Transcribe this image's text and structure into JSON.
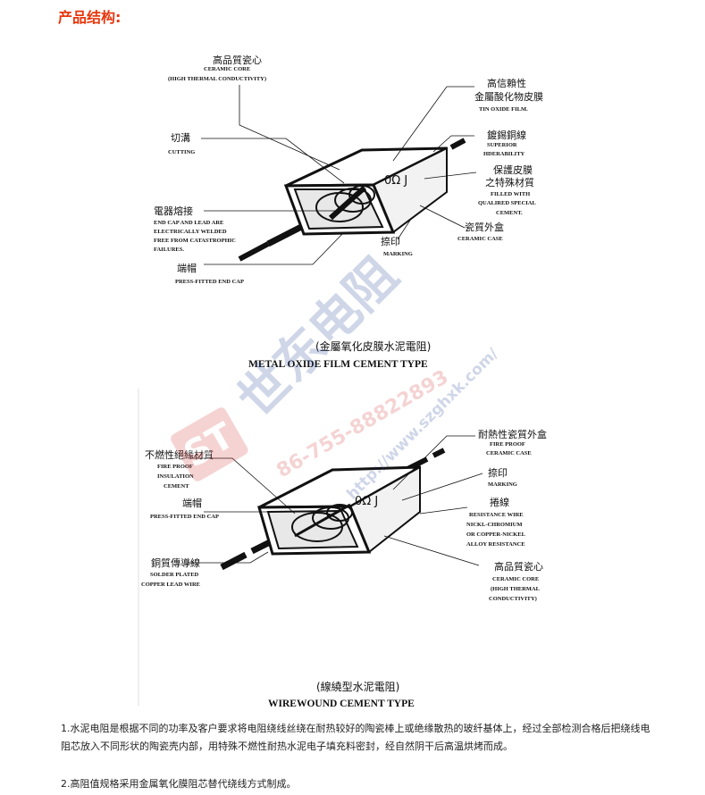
{
  "heading": "产品结构:",
  "figure1": {
    "labels": [
      {
        "zh": "高品質瓷心",
        "en": [
          "CERAMIC CORE",
          "(HIGH THERMAL CONDUCTIVITY)"
        ]
      },
      {
        "zh": "高信賴性",
        "en": []
      },
      {
        "zh": "金屬酸化物皮膜",
        "en": [
          "TIN OXIDE FILM."
        ]
      },
      {
        "zh": "切溝",
        "en": [
          "CUTTING"
        ]
      },
      {
        "zh": "鍍錫銅線",
        "en": [
          "SUPERIOR",
          "HDERABILITY"
        ]
      },
      {
        "zh": "保護皮膜",
        "en": []
      },
      {
        "zh": "之特殊材質",
        "en": [
          "FILLED WITH",
          "QUALIRED SPECIAL",
          "CEMENT."
        ]
      },
      {
        "zh": "電器熔接",
        "en": [
          "END CAP AND LEAD ARE",
          "ELECTRICALLY WELDED",
          "FREE FROM CATASTROPHIC",
          "FAILURES."
        ]
      },
      {
        "zh": "瓷質外盒",
        "en": [
          "CERAMIC CASE"
        ]
      },
      {
        "zh": "捺印",
        "en": [
          "MARKING"
        ]
      },
      {
        "zh": "端帽",
        "en": [
          "PRESS-FITTED END CAP"
        ]
      }
    ],
    "marking": "0Ω J",
    "caption_zh": "(金屬氧化皮膜水泥電阻)",
    "caption_en": "METAL OXIDE FILM CEMENT TYPE"
  },
  "figure2": {
    "labels": [
      {
        "zh": "耐熱性瓷質外盒",
        "en": [
          "FIRE PROOF",
          "CERAMIC CASE"
        ]
      },
      {
        "zh": "不燃性絕緣材質",
        "en": [
          "FIRE PROOF",
          "INSULATION",
          "CEMENT"
        ]
      },
      {
        "zh": "捺印",
        "en": [
          "MARKING"
        ]
      },
      {
        "zh": "端帽",
        "en": [
          "PRESS-FITTED END CAP"
        ]
      },
      {
        "zh": "捲線",
        "en": [
          "RESISTANCE WIRE",
          "NICKL-CHROMIUM",
          "OR COPPER-NICKEL",
          "ALLOY RESISTANCE"
        ]
      },
      {
        "zh": "銅質傳導線",
        "en": [
          "SOLDER PLATED",
          "COPPER LEAD WIRE"
        ]
      },
      {
        "zh": "高品質瓷心",
        "en": [
          "CERAMIC CORE",
          "(HIGH THERMAL",
          "CONDUCTIVITY)"
        ]
      }
    ],
    "marking": "0Ω J",
    "caption_zh": "(線繞型水泥電阻)",
    "caption_en": "WIREWOUND CEMENT TYPE"
  },
  "watermark": {
    "brand": "世东电阻",
    "phone": "86-755-88822893",
    "url": "http://www.szghxk.com/"
  },
  "paragraphs": [
    "1.水泥电阻是根据不同的功率及客户要求将电阻绕线丝绕在耐热较好的陶瓷棒上或绝缘散热的玻纤基体上，经过全部检测合格后把绕线电阻芯放入不同形状的陶瓷壳内部，用特殊不燃性耐热水泥电子填充料密封，经自然阴干后高温烘烤而成。",
    "2.高阻值规格采用金属氧化膜阻芯替代绕线方式制成。"
  ],
  "colors": {
    "heading": "#e8370e",
    "watermark": "#d63a3a",
    "watermark_blue": "#2b4a9c"
  }
}
